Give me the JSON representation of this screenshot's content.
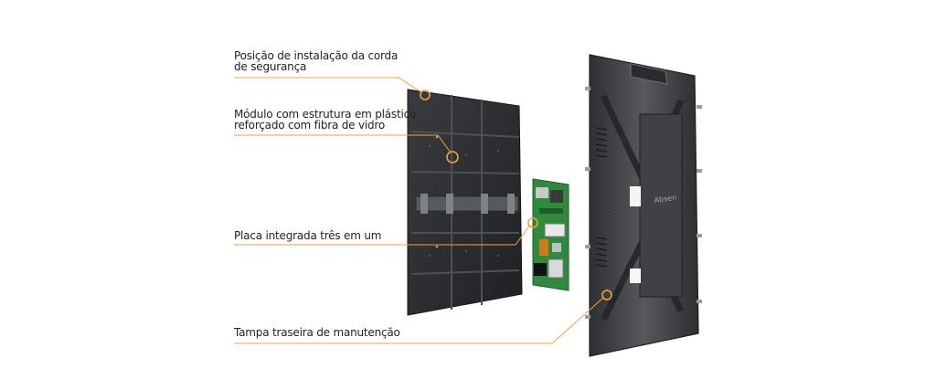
{
  "callouts": [
    {
      "line1": "Posição de instalação da corda",
      "line2": "de segurança"
    },
    {
      "line1": "Módulo com estrutura em plástico",
      "line2": "reforçado com fibra de vidro"
    },
    {
      "line1": "Placa integrada três em um",
      "line2": ""
    },
    {
      "line1": "Tampa traseira de manutenção",
      "line2": ""
    }
  ],
  "brand_mark": "Absen",
  "colors": {
    "accent": "#f0a43c",
    "module": "#2b2d30",
    "board": "#2f8a3e",
    "cover": "#3a3b3e"
  }
}
